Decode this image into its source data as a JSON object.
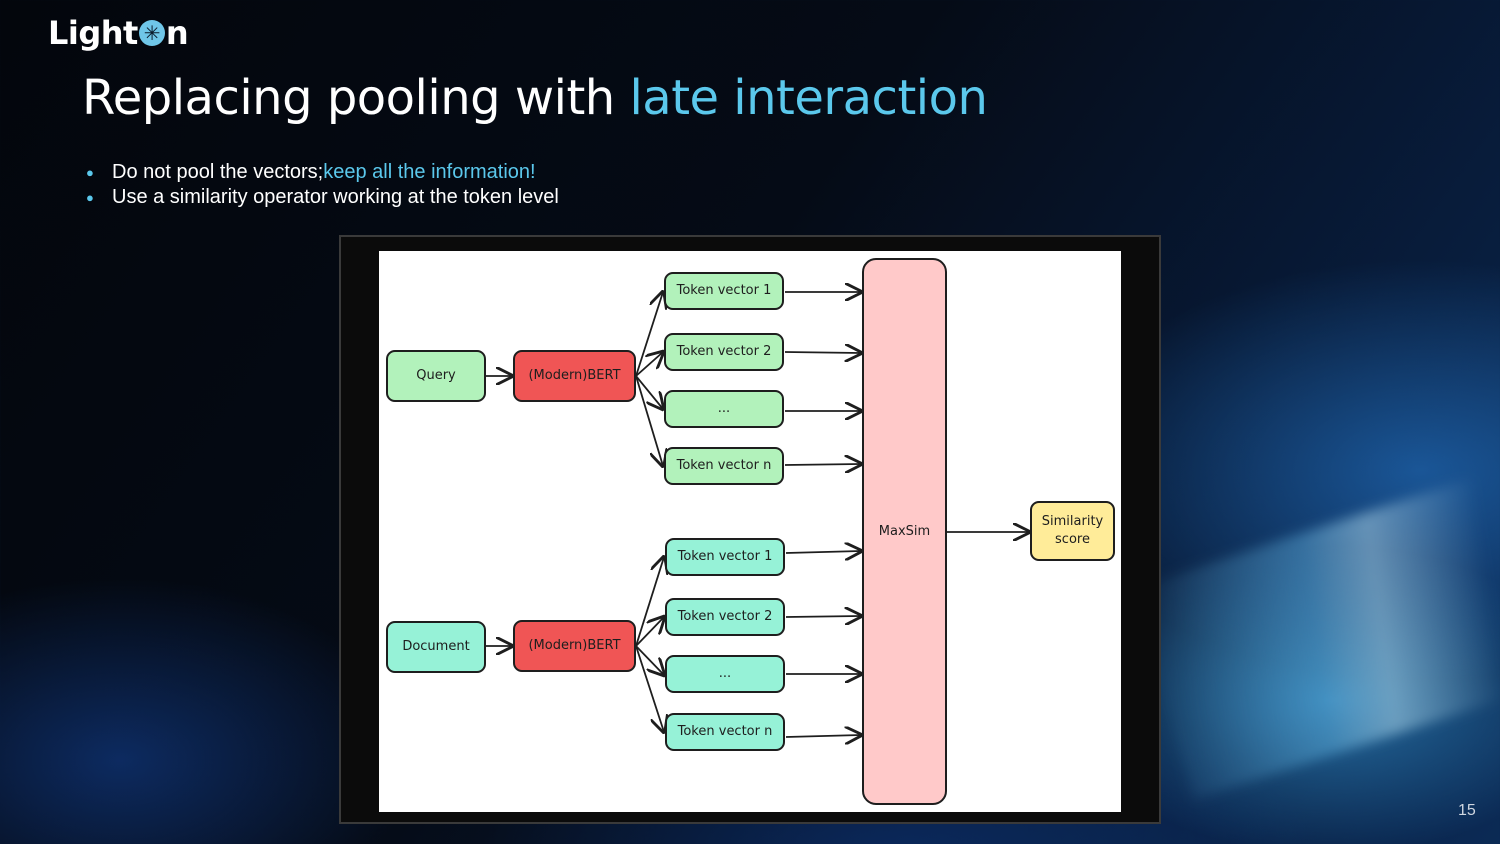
{
  "brand": {
    "logo_part1": "Light",
    "logo_part2": "n",
    "logo_mark": "✳"
  },
  "slide": {
    "title_main": "Replacing pooling with ",
    "title_accent": "late interaction",
    "bullets": [
      {
        "text": "Do not pool the vectors; ",
        "accent": "keep all the information!"
      },
      {
        "text": "Use a similarity operator working at the token level",
        "accent": ""
      }
    ],
    "page_number": "15"
  },
  "diagram": {
    "query": {
      "input": "Query",
      "encoder": "(Modern)BERT",
      "tokens": [
        "Token vector 1",
        "Token vector 2",
        "...",
        "Token vector n"
      ]
    },
    "document": {
      "input": "Document",
      "encoder": "(Modern)BERT",
      "tokens": [
        "Token vector 1",
        "Token vector 2",
        "...",
        "Token vector n"
      ]
    },
    "operator": "MaxSim",
    "output": "Similarity score"
  },
  "colors": {
    "accent": "#5bc8ec",
    "query_tokens": "#b2f2bb",
    "document_tokens": "#96f2d7",
    "encoder": "#f05555",
    "operator": "#ffc9c9",
    "output": "#ffec99"
  }
}
